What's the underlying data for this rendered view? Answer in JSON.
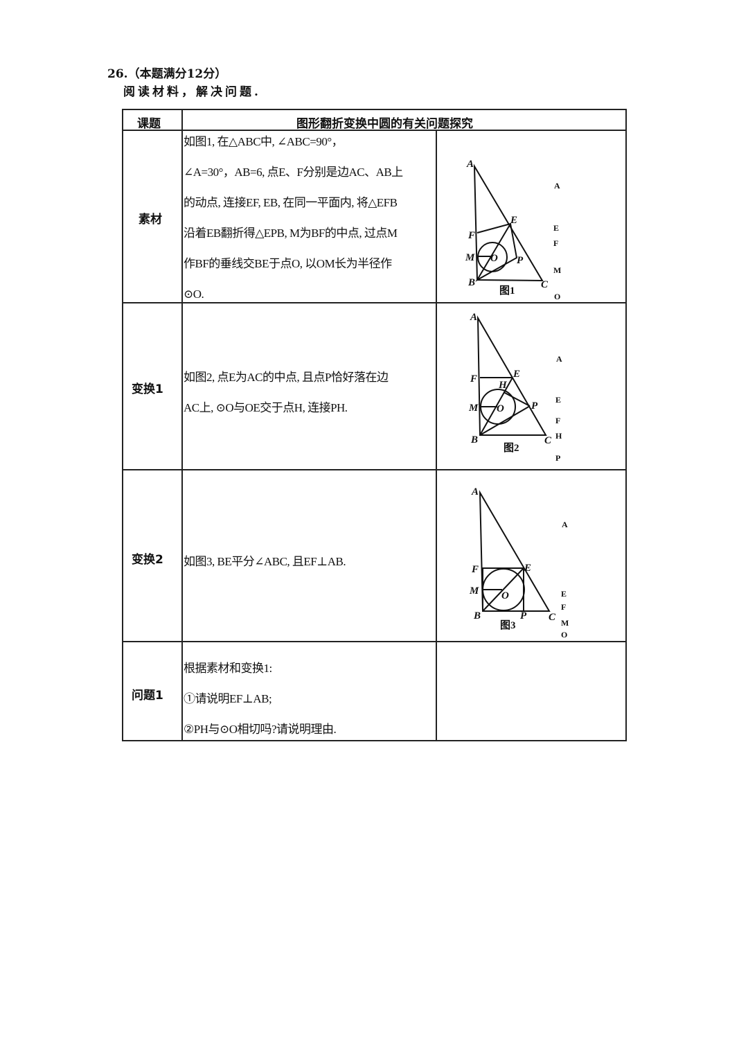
{
  "question": {
    "number_title": "26.（本题满分12分）",
    "intro": "阅读材料，解决问题."
  },
  "table": {
    "header": {
      "col1": "课题",
      "col2": "图形翻折变换中圆的有关问题探究"
    },
    "rows": [
      {
        "label": "素材",
        "lines": [
          "如图1, 在△ABC中, ∠ABC=90°，",
          "∠A=30°，AB=6, 点E、F分别是边AC、AB上",
          "的动点, 连接EF, EB, 在同一平面内, 将△EFB",
          "沿着EB翻折得△EPB, M为BF的中点, 过点M",
          "作BF的垂线交BE于点O, 以OM长为半径作",
          "⊙O."
        ]
      },
      {
        "label": "变换1",
        "lines": [
          "如图2, 点E为AC的中点, 且点P恰好落在边",
          "AC上, ⊙O与OE交于点H, 连接PH."
        ]
      },
      {
        "label": "变换2",
        "lines": [
          "如图3, BE平分∠ABC, 且EF⊥AB."
        ]
      },
      {
        "label": "问题1",
        "lines": [
          "根据素材和变换1:",
          "①请说明EF⊥AB;",
          "②PH与⊙O相切吗?请说明理由."
        ]
      }
    ]
  },
  "figures": [
    {
      "caption": "图1",
      "points": [
        "A",
        "B",
        "C",
        "E",
        "F",
        "M",
        "O",
        "P"
      ],
      "side_letters": [
        "A",
        "E",
        "F",
        "M",
        "O"
      ]
    },
    {
      "caption": "图2",
      "points": [
        "A",
        "B",
        "C",
        "E",
        "F",
        "H",
        "M",
        "O",
        "P"
      ],
      "side_letters": [
        "A",
        "E",
        "F",
        "H",
        "P"
      ]
    },
    {
      "caption": "图3",
      "points": [
        "A",
        "B",
        "C",
        "E",
        "F",
        "M",
        "O",
        "P"
      ],
      "side_letters": [
        "A",
        "E",
        "F",
        "M",
        "O"
      ]
    }
  ]
}
